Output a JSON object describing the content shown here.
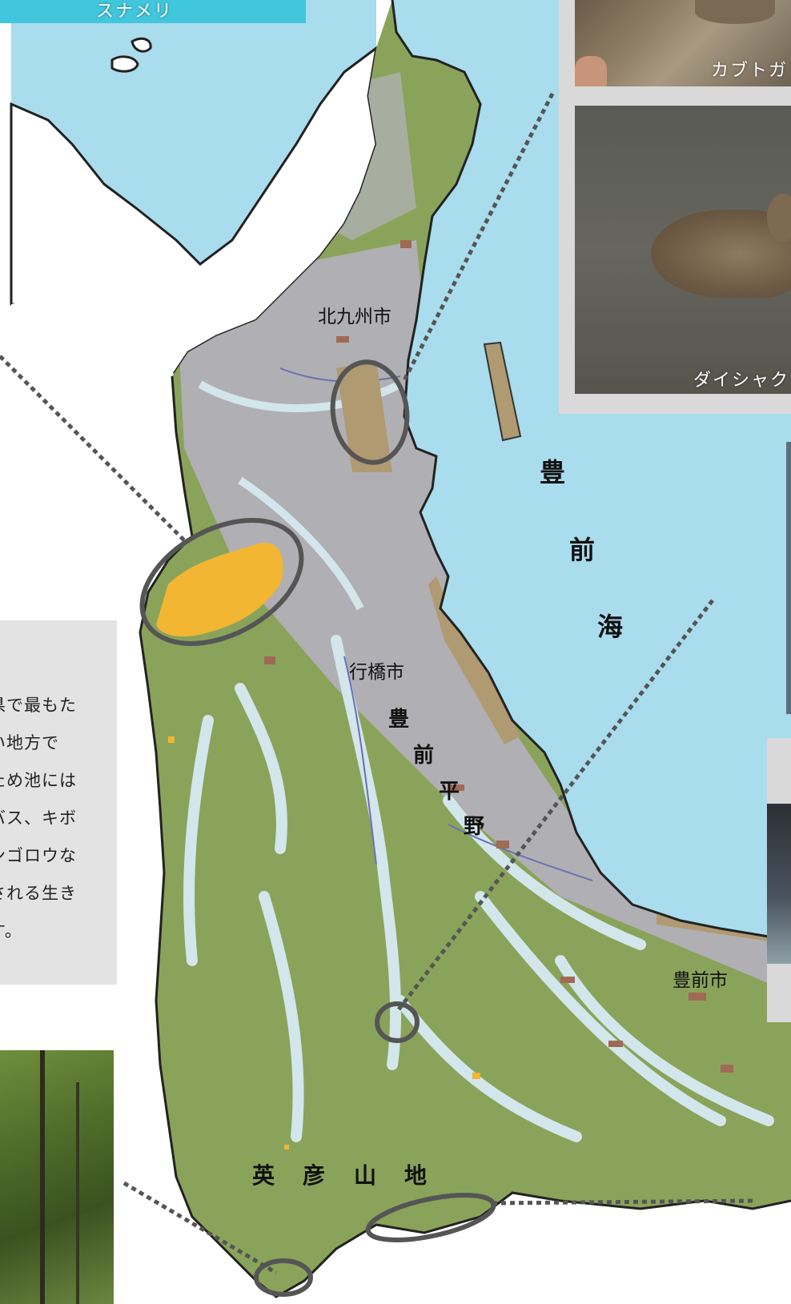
{
  "top_banner_caption": "スナメリ",
  "captions": {
    "kabutogani": "カブトガ",
    "daishakushigi": "ダイシャク"
  },
  "cities": {
    "kitakyushu": "北九州市",
    "yukuhashi": "行橋市",
    "buzen": "豊前市"
  },
  "sea_label": [
    "豊",
    "前",
    "海"
  ],
  "plain_label": [
    "豊",
    "前",
    "平",
    "野"
  ],
  "mountain_label": [
    "英",
    "彦",
    "山",
    "地"
  ],
  "infobox_lines": [
    "岡県で最もた",
    "高い地方で",
    "のため池には",
    "ニバス、キボ",
    "ゲンゴロウな",
    "惧される生き",
    "ます。"
  ],
  "colors": {
    "sea": "#a9dcec",
    "forest": "#8aa35a",
    "urban": "#b4b0bc",
    "river": "#d2e6ec",
    "reclaimed": "#b09a72",
    "field": "#a06a55",
    "wetland": "#f2b632",
    "water": "#6c70b0",
    "outline": "#333333",
    "circle": "#555555"
  }
}
